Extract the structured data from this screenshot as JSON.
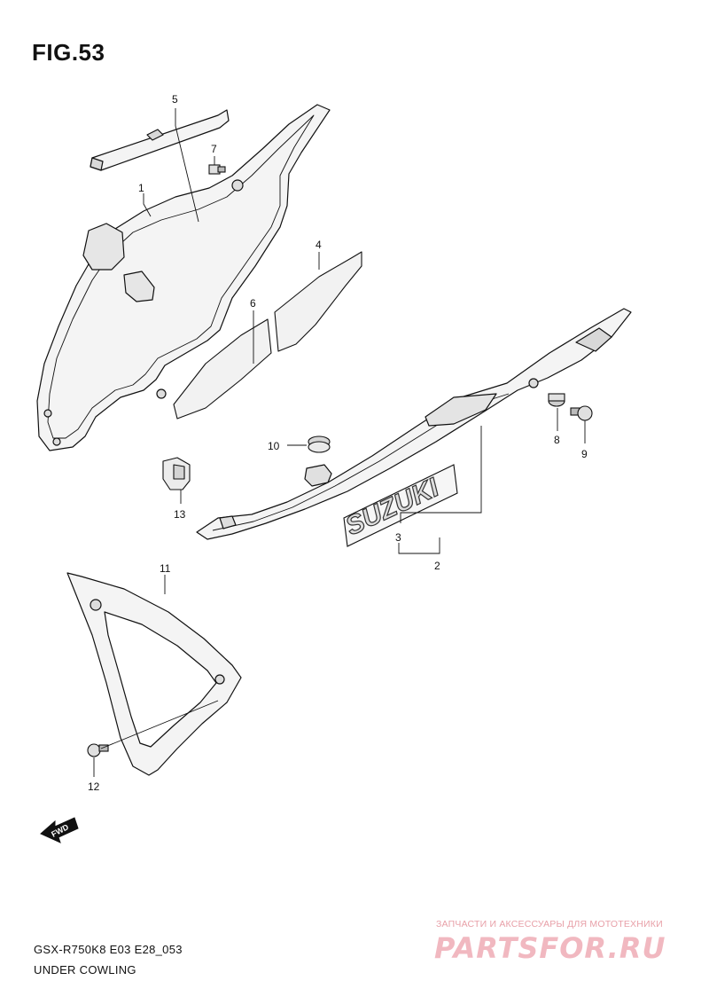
{
  "figure": {
    "title": "FIG.53",
    "model_code": "GSX-R750K8 E03 E28_053",
    "section_name": "UNDER COWLING"
  },
  "callouts": {
    "c1": "1",
    "c2": "2",
    "c3": "3",
    "c4": "4",
    "c5": "5",
    "c6": "6",
    "c7": "7",
    "c8": "8",
    "c9": "9",
    "c10": "10",
    "c11": "11",
    "c12": "12",
    "c13": "13"
  },
  "decal_text": "SUZUKI",
  "fwd_label": "FWD",
  "watermark": {
    "caption": "ЗАПЧАСТИ И АКСЕССУАРЫ ДЛЯ МОТОТЕХНИКИ",
    "logo": "PARTSFOR.RU",
    "caption_color": "#e8a0a8",
    "logo_color": "#f1b8c0"
  },
  "colors": {
    "line": "#111111",
    "part_fill": "#f4f4f4",
    "shade": "#cfcfcf"
  }
}
